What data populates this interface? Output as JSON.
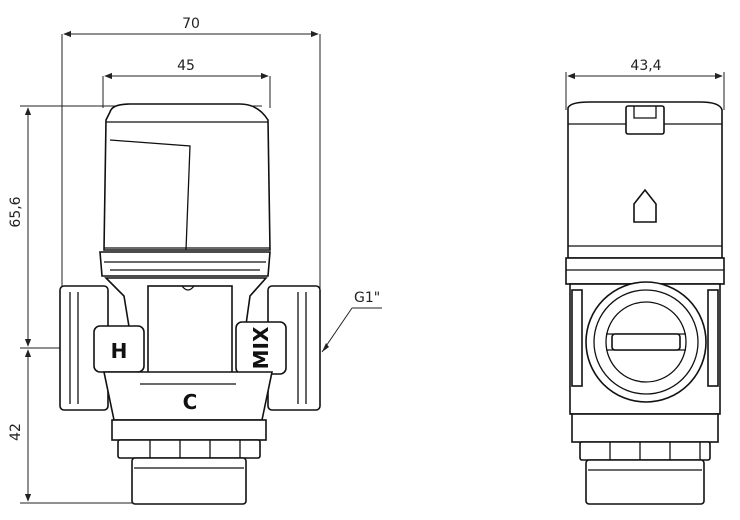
{
  "front_view": {
    "dims": {
      "overall_width": "70",
      "cap_width": "45",
      "upper_height": "65,6",
      "lower_height": "42"
    },
    "thread": "G1\"",
    "port_labels": {
      "hot": "H",
      "cold": "C",
      "mix": "MIX"
    }
  },
  "side_view": {
    "dims": {
      "width": "43,4"
    }
  }
}
